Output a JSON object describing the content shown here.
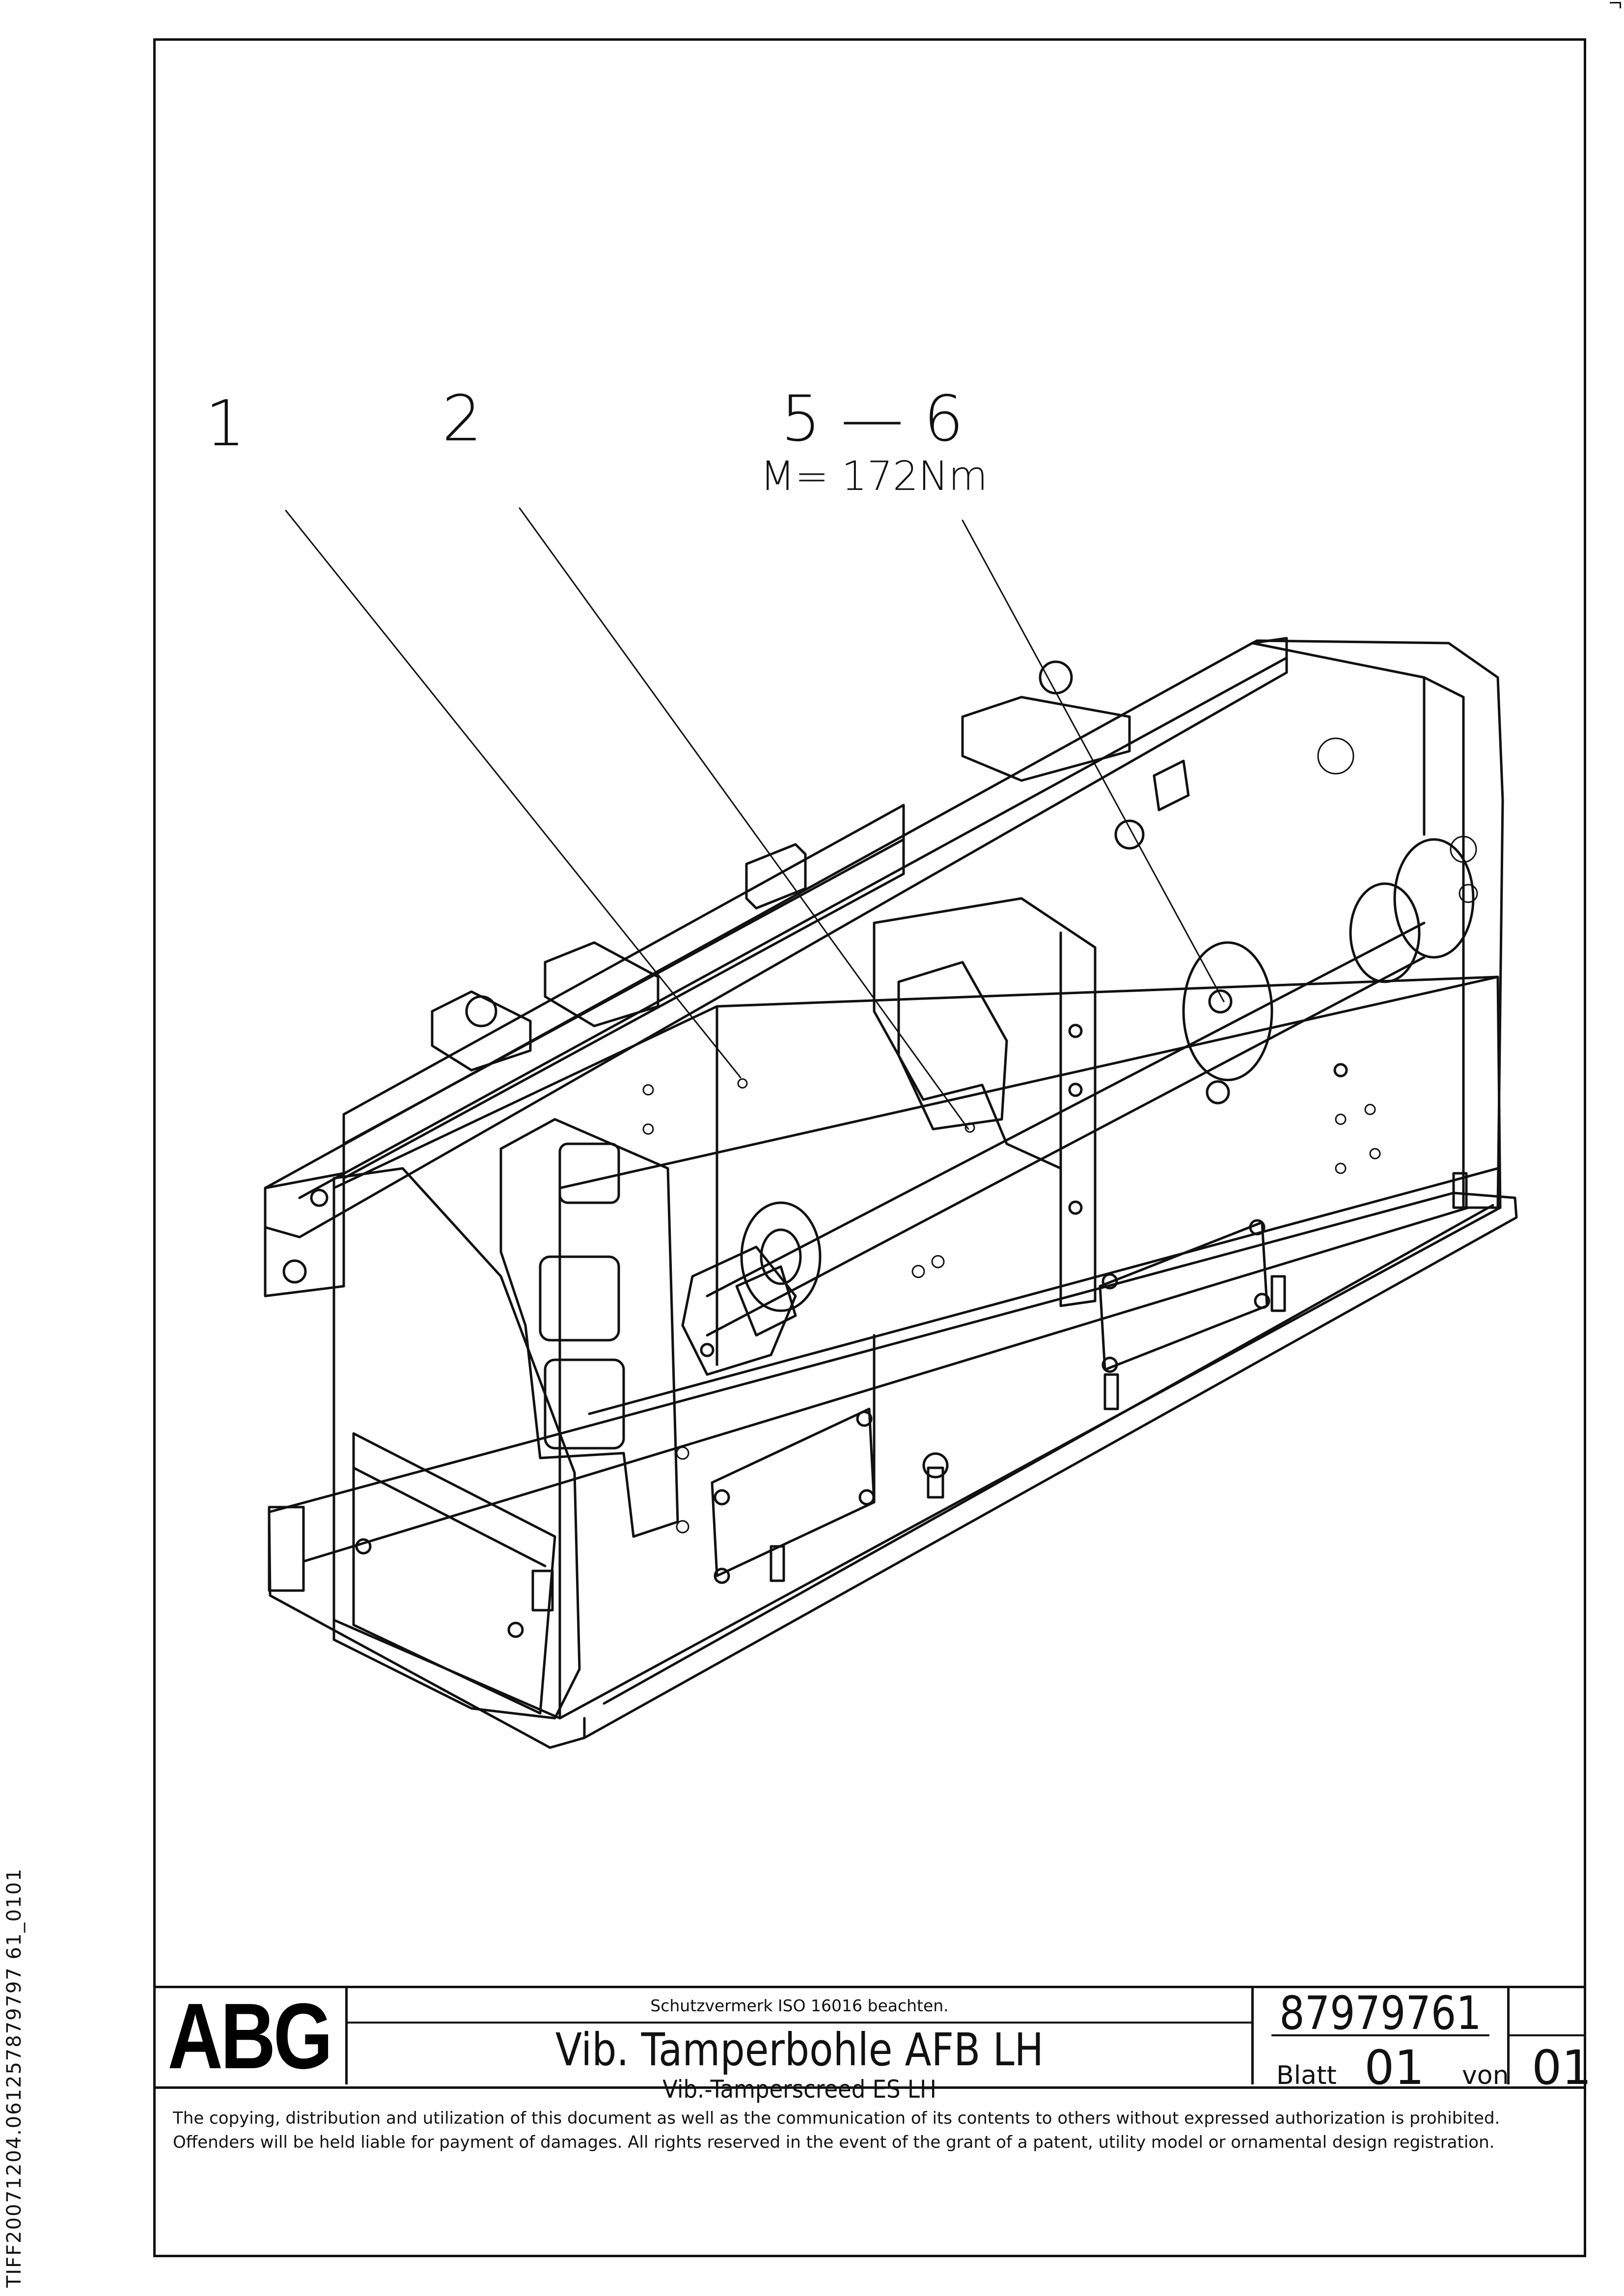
{
  "callouts": {
    "item_1": "1",
    "item_2": "2",
    "item_5_6": "5 — 6",
    "torque": "M= 172Nm"
  },
  "title_block": {
    "logo": "ABG",
    "protection_notice": "Schutzvermerk ISO 16016 beachten.",
    "title_de": "Vib. Tamperbohle AFB LH",
    "title_en": "Vib.-Tamperscreed ES LH",
    "document_number": "87979761",
    "sheet_label": "Blatt",
    "sheet_number": "01",
    "of_label": "von",
    "sheet_total": "01"
  },
  "legal_notice": "The copying, distribution and utilization of this document as well as the communication of its contents to others without expressed authorization is prohibited. Offenders will be held liable for payment of damages. All rights reserved in the event of the grant of a patent, utility model or ornamental design registration.",
  "side_label": "TIFF20071204.061257879797 61_0101",
  "colors": {
    "ink": "#111111",
    "paper": "#ffffff"
  }
}
